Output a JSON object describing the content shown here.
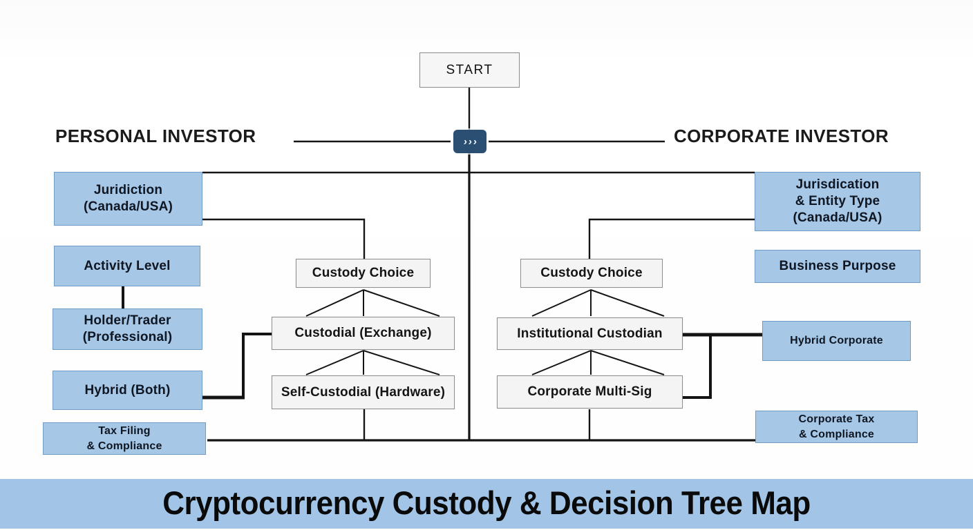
{
  "title": "Cryptocurrency Custody & Decision Tree Map",
  "start": {
    "label": "START"
  },
  "chevron_icon": "›››",
  "branches": {
    "personal": {
      "heading": "PERSONAL INVESTOR"
    },
    "corporate": {
      "heading": "CORPORATE INVESTOR"
    }
  },
  "personal": {
    "factors": [
      {
        "label": "Juridiction\n(Canada/USA)"
      },
      {
        "label": "Activity Level"
      },
      {
        "label": "Holder/Trader\n(Professional)"
      },
      {
        "label": "Hybrid (Both)"
      },
      {
        "label": "Tax Filing\n& Compliance"
      }
    ],
    "flow": [
      {
        "label": "Custody Choice"
      },
      {
        "label": "Custodial (Exchange)"
      },
      {
        "label": "Self-Custodial (Hardware)"
      }
    ]
  },
  "corporate": {
    "factors": [
      {
        "label": "Jurisdication\n& Entity Type\n(Canada/USA)"
      },
      {
        "label": "Business Purpose"
      },
      {
        "label": "Hybrid Corporate"
      },
      {
        "label": "Corporate Tax\n& Compliance"
      }
    ],
    "flow": [
      {
        "label": "Custody Choice"
      },
      {
        "label": "Institutional Custodian"
      },
      {
        "label": "Corporate Multi-Sig"
      }
    ]
  },
  "colors": {
    "node_blue_fill": "#a7c7e7",
    "node_blue_border": "#6e9cc4",
    "node_gray_fill": "#f4f4f4",
    "node_gray_border": "#8f8f8f",
    "chevron_bg": "#2b4e73",
    "banner_bg": "#a2c4e6",
    "line": "#141414"
  }
}
